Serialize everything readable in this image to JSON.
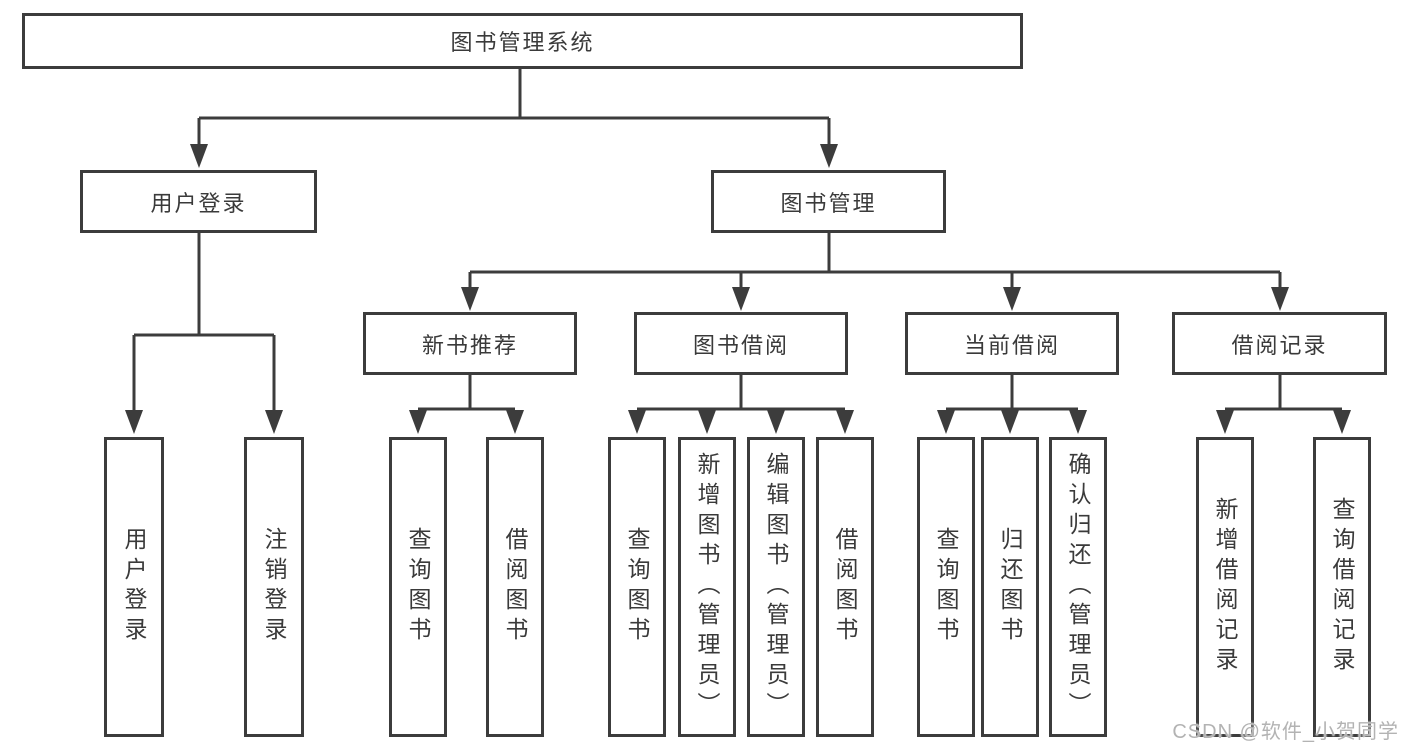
{
  "diagram": {
    "title": "图书管理系统",
    "watermark": "CSDN @软件_小贺同学",
    "colors": {
      "border": "#3c3c3c",
      "text": "#3a3a3a",
      "watermark": "#b3b3b3"
    },
    "level1": {
      "user_login": "用户登录",
      "book_management": "图书管理"
    },
    "user_login_children": {
      "login": "用户登录",
      "logout": "注销登录"
    },
    "book_management_children": {
      "new_book_recommend": "新书推荐",
      "book_borrow": "图书借阅",
      "current_borrow": "当前借阅",
      "borrow_records": "借阅记录"
    },
    "new_book_children": {
      "query_books": "查询图书",
      "borrow_books": "借阅图书"
    },
    "book_borrow_children": {
      "query_books": "查询图书",
      "add_books": "新增图书（管理员）",
      "edit_books": "编辑图书（管理员）",
      "borrow_books": "借阅图书"
    },
    "current_borrow_children": {
      "query_books": "查询图书",
      "return_books": "归还图书",
      "confirm_return": "确认归还（管理员）"
    },
    "borrow_records_children": {
      "add_record": "新增借阅记录",
      "query_record": "查询借阅记录"
    }
  }
}
